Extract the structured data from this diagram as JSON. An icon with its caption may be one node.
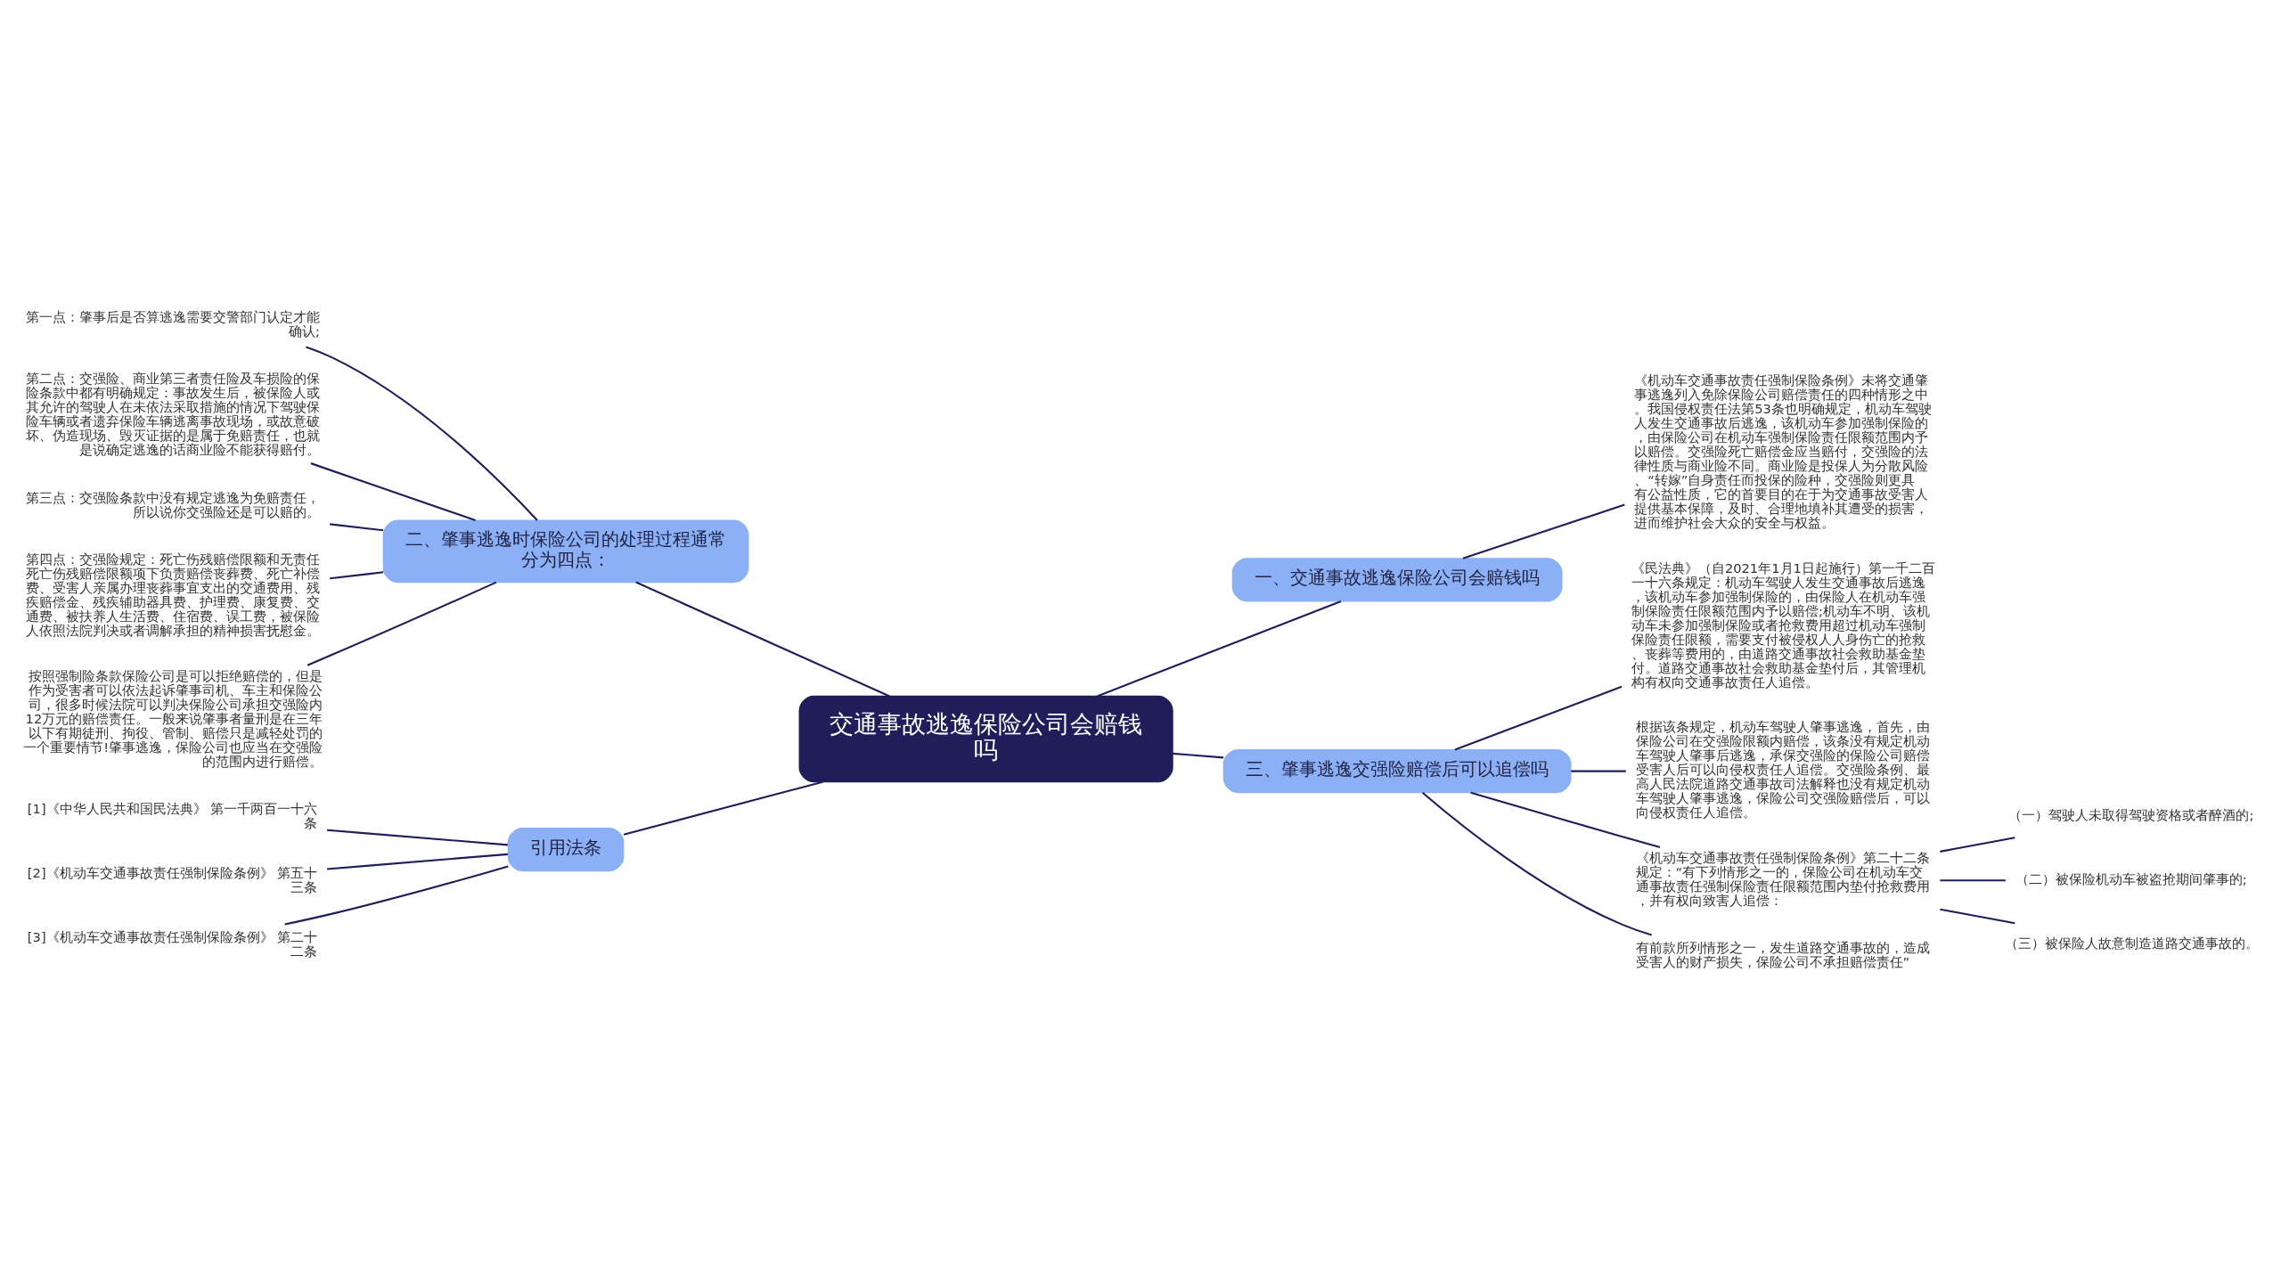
{
  "diagram": {
    "nodes": [
      {
        "text": [
          "交通事故逃逸保险公司会赔钱吗"
        ]
      },
      {
        "text": [
          "一、交通事故逃逸保险公司会赔钱吗"
        ]
      },
      {
        "text": [
          "《机动车交通事故责任强制保险条例》未将交通肇事逃逸列入免除保险公司赔偿责任的四种情形之中。我国侵权责任法第53条也明确规定，机动车驾驶人发生交通事故后逃逸，该机动车参加强制保险的，由保险公司在机动车强制保险责任限额范围内予以赔偿。交强险死亡赔偿金应当赔付，交强险的法律性质与商业险不同。商业险是投保人为分散风险、“转嫁”自身责任而投保的险种，交强险则更具有公益性质，它的首要目的在于为交通事故受害人提供基本保障，及时、合理地填补其遭受的损害，进而维护社会大众的安全与权益。"
        ]
      },
      {
        "text": [
          "二、肇事逃逸时保险公司的处理过程通常分为四点："
        ]
      },
      {
        "text": [
          "第一点：肇事后是否算逃逸需要交警部门认定才能确认;"
        ]
      },
      {
        "text": [
          "第二点：交强险、商业第三者责任险及车损险的保险条款中都有明确规定：事故发生后，被保险人或其允许的驾驶人在未依法采取措施的情况下驾驶保险车辆或者遗弃保险车辆逃离事故现场，或故意破坏、伪造现场、毁灭证据的是属于免赔责任，也就是说确定逃逸的话商业险不能获得赔付。"
        ]
      },
      {
        "text": [
          "第三点：交强险条款中没有规定逃逸为免赔责任，所以说你交强险还是可以赔的。"
        ]
      },
      {
        "text": [
          "第四点：交强险规定：死亡伤残赔偿限额和无责任死亡伤残赔偿限额项下负责赔偿丧葬费、死亡补偿费、受害人亲属办理丧葬事宜支出的交通费用、残疾赔偿金、残疾辅助器具费、护理费、康复费、交通费、被扶养人生活费、住宿费、误工费，被保险人依照法院判决或者调解承担的精神损害抚慰金。"
        ]
      },
      {
        "text": [
          "按照强制险条款保险公司是可以拒绝赔偿的，但是作为受害者可以依法起诉肇事司机、车主和保险公司，很多时候法院可以判决保险公司承担交强险内12万元的赔偿责任。一般来说肇事者量刑是在三年以下有期徒刑、拘役、管制、赔偿只是减轻处罚的一个重要情节!肇事逃逸，保险公司也应当在交强险的范围内进行赔偿。"
        ]
      },
      {
        "text": [
          "三、肇事逃逸交强险赔偿后可以追偿吗"
        ]
      },
      {
        "text": [
          "《民法典》（自2021年1月1日起施行）第一千二百一十六条规定：机动车驾驶人发生交通事故后逃逸，该机动车参加强制保险的，由保险人在机动车强制保险责任限额范围内予以赔偿;机动车不明、该机动车未参加强制保险或者抢救费用超过机动车强制保险责任限额，需要支付被侵权人人身伤亡的抢救、丧葬等费用的，由道路交通事故社会救助基金垫付。道路交通事故社会救助基金垫付后，其管理机构有权向交通事故责任人追偿。"
        ]
      },
      {
        "text": [
          "根据该条规定，机动车驾驶人肇事逃逸，首先，由保险公司在交强险限额内赔偿，该条没有规定机动车驾驶人肇事后逃逸，承保交强险的保险公司赔偿受害人后可以向侵权责任人追偿。交强险条例、最高人民法院道路交通事故司法解释也没有规定机动车驾驶人肇事逃逸，保险公司交强险赔偿后，可以向侵权责任人追偿。"
        ]
      },
      {
        "text": [
          "《机动车交通事故责任强制保险条例》第二十二条规定：“有下列情形之一的，保险公司在机动车交通事故责任强制保险责任限额范围内垫付抢救费用，并有权向致害人追偿："
        ]
      },
      {
        "text": [
          "（一）驾驶人未取得驾驶资格或者醉酒的;"
        ]
      },
      {
        "text": [
          "（二）被保险机动车被盗抢期间肇事的;"
        ]
      },
      {
        "text": [
          "（三）被保险人故意制造道路交通事故的。"
        ]
      },
      {
        "text": [
          "有前款所列情形之一，发生道路交通事故的，造成受害人的财产损失，保险公司不承担赔偿责任”"
        ]
      },
      {
        "text": [
          "引用法条"
        ]
      },
      {
        "text": [
          "[1]《中华人民共和国民法典》 第一千两百一十六条"
        ]
      },
      {
        "text": [
          "[2]《机动车交通事故责任强制保险条例》 第五十三条"
        ]
      },
      {
        "text": [
          "[3]《机动车交通事故责任强制保险条例》 第二十二条"
        ]
      }
    ],
    "edges": [
      {
        "from": 0,
        "to": 1,
        "arrow": "none"
      },
      {
        "from": 1,
        "to": 2,
        "arrow": "none"
      },
      {
        "from": 0,
        "to": 3,
        "arrow": "none"
      },
      {
        "from": 3,
        "to": 4,
        "arrow": "none"
      },
      {
        "from": 3,
        "to": 5,
        "arrow": "none"
      },
      {
        "from": 3,
        "to": 6,
        "arrow": "none"
      },
      {
        "from": 3,
        "to": 7,
        "arrow": "none"
      },
      {
        "from": 3,
        "to": 8,
        "arrow": "none"
      },
      {
        "from": 0,
        "to": 9,
        "arrow": "none"
      },
      {
        "from": 9,
        "to": 10,
        "arrow": "none"
      },
      {
        "from": 9,
        "to": 11,
        "arrow": "none"
      },
      {
        "from": 9,
        "to": 12,
        "arrow": "none"
      },
      {
        "from": 12,
        "to": 13,
        "arrow": "none"
      },
      {
        "from": 12,
        "to": 14,
        "arrow": "none"
      },
      {
        "from": 12,
        "to": 15,
        "arrow": "none"
      },
      {
        "from": 9,
        "to": 16,
        "arrow": "none"
      },
      {
        "from": 0,
        "to": 17,
        "arrow": "none"
      },
      {
        "from": 17,
        "to": 18,
        "arrow": "none"
      },
      {
        "from": 17,
        "to": 19,
        "arrow": "none"
      },
      {
        "from": 17,
        "to": 20,
        "arrow": "none"
      }
    ]
  }
}
